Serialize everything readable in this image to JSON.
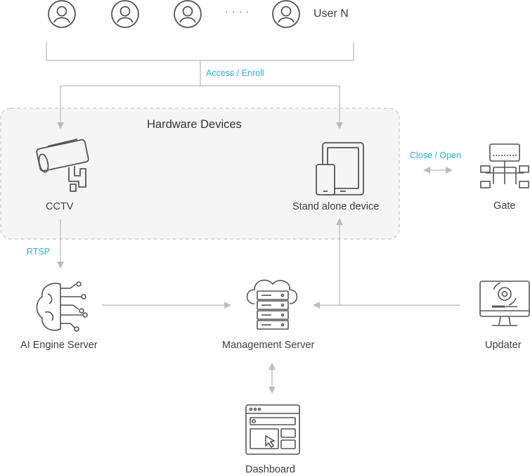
{
  "users": {
    "last_label": "User N",
    "ellipsis": "· · · ·"
  },
  "group": {
    "title": "Hardware Devices"
  },
  "nodes": {
    "cctv": "CCTV",
    "standalone": "Stand alone device",
    "gate": "Gate",
    "ai_engine": "AI Engine Server",
    "management": "Management Server",
    "updater": "Updater",
    "dashboard": "Dashboard"
  },
  "edges": {
    "access_enroll": "Access / Enroll",
    "close_open": "Close / Open",
    "rtsp": "RTSP"
  },
  "colors": {
    "accent": "#2bb3cf",
    "line": "#bdbdbd",
    "icon": "#555555",
    "group_bg": "#f5f5f5"
  }
}
